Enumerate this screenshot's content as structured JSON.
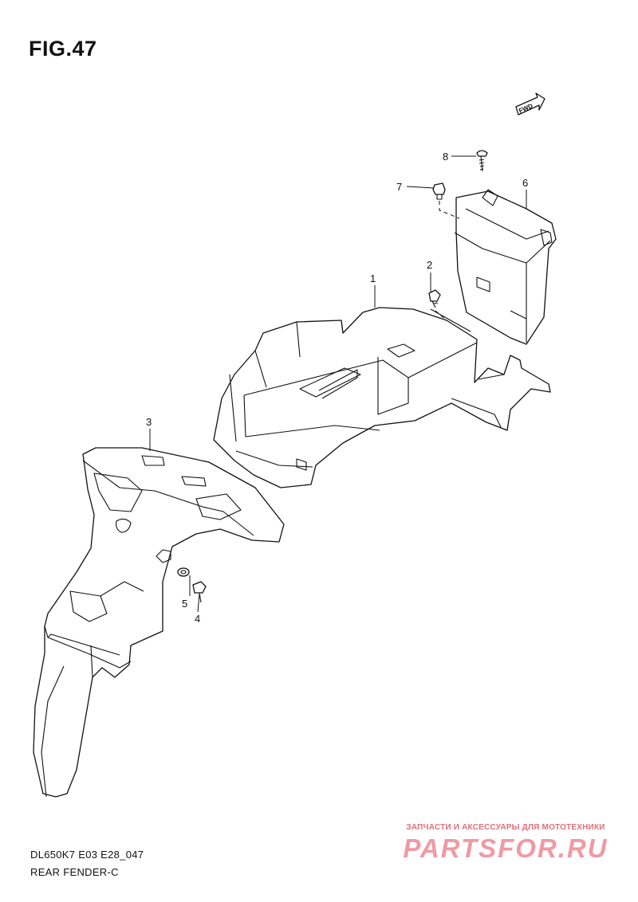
{
  "figure": {
    "title": "FIG.47",
    "code": "DL650K7 E03 E28_047",
    "caption": "REAR FENDER-C"
  },
  "direction_marker": {
    "label": "FWD",
    "icon": "fwd-arrow-icon"
  },
  "callouts": [
    {
      "id": "1",
      "label": "1"
    },
    {
      "id": "2",
      "label": "2"
    },
    {
      "id": "3",
      "label": "3"
    },
    {
      "id": "4",
      "label": "4"
    },
    {
      "id": "5",
      "label": "5"
    },
    {
      "id": "6",
      "label": "6"
    },
    {
      "id": "7",
      "label": "7"
    },
    {
      "id": "8",
      "label": "8"
    }
  ],
  "watermark": {
    "tagline": "ЗАПЧАСТИ И АКСЕССУАРЫ ДЛЯ МОТОТЕХНИКИ",
    "brand": "PARTSFOR.RU",
    "colors": {
      "tagline": "#e0707a",
      "brand": "#ef9aa3"
    }
  }
}
